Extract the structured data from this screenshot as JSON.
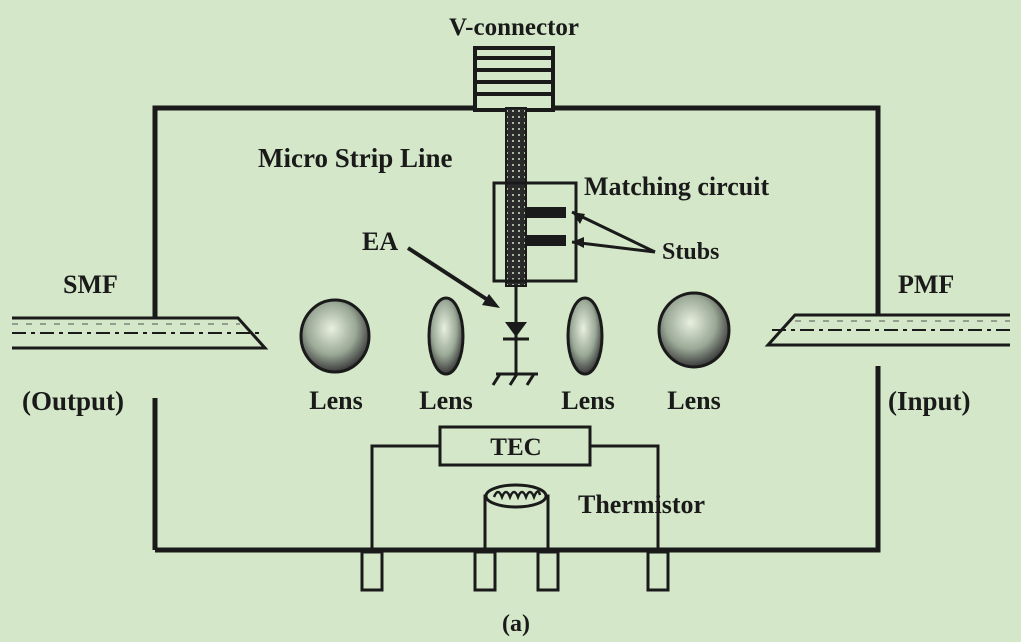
{
  "labels": {
    "v_connector": "V-connector",
    "micro_strip_line": "Micro Strip Line",
    "matching_circuit": "Matching circuit",
    "ea": "EA",
    "stubs": "Stubs",
    "smf": "SMF",
    "pmf": "PMF",
    "output": "(Output)",
    "input": "(Input)",
    "lens_1": "Lens",
    "lens_2": "Lens",
    "lens_3": "Lens",
    "lens_4": "Lens",
    "tec": "TEC",
    "thermistor": "Thermistor",
    "caption": "(a)"
  },
  "colors": {
    "background": "#d4e8c9",
    "ink": "#1a1a1a"
  }
}
